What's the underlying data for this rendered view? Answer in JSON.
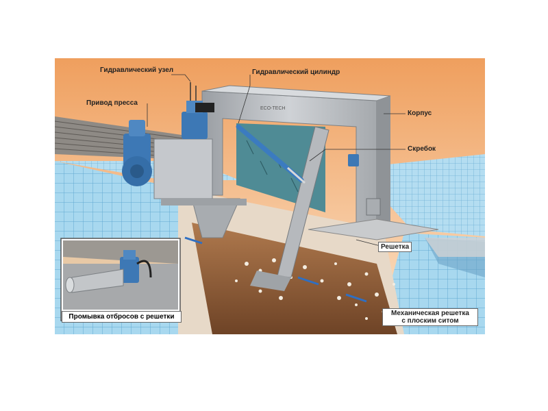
{
  "labels": {
    "hydraulic_unit": "Гидравлический узел",
    "hydraulic_cylinder": "Гидравлический цилиндр",
    "press_drive": "Привод пресса",
    "housing": "Корпус",
    "scraper": "Скребок",
    "grate": "Решетка",
    "flat_screen_line1": "Механическая решетка",
    "flat_screen_line2": "с плоским ситом",
    "inset_caption": "Промывка отбросов с решетки",
    "brand": "ECO-TECH"
  },
  "colors": {
    "sky_top": "#f0b27a",
    "sky_bottom": "#f8dcc0",
    "tile": "#9fd3ec",
    "tile_line": "#5aa9d4",
    "steel": "#b9bcc0",
    "steel_dark": "#8e9296",
    "motor_blue": "#3d78b5",
    "screen_teal": "#4d8a94",
    "water_brown": "#8a5a38"
  }
}
